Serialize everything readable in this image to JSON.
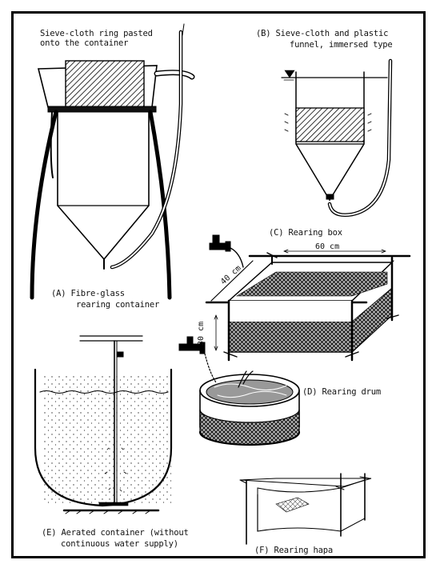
{
  "panels": {
    "a": {
      "note_line1": "Sieve-cloth ring pasted",
      "note_line2": "onto the container",
      "caption_line1": "(A) Fibre-glass",
      "caption_line2": "rearing container"
    },
    "b": {
      "caption_line1": "(B) Sieve-cloth and plastic",
      "caption_line2": "funnel, immersed type"
    },
    "c": {
      "caption": "(C) Rearing box",
      "dim_length": "60 cm",
      "dim_width": "40 cm",
      "dim_height": "30 cm"
    },
    "d": {
      "caption": "(D) Rearing drum"
    },
    "e": {
      "caption_line1": "(E) Aerated container (without",
      "caption_line2": "continuous water supply)"
    },
    "f": {
      "caption": "(F) Rearing hapa"
    }
  }
}
